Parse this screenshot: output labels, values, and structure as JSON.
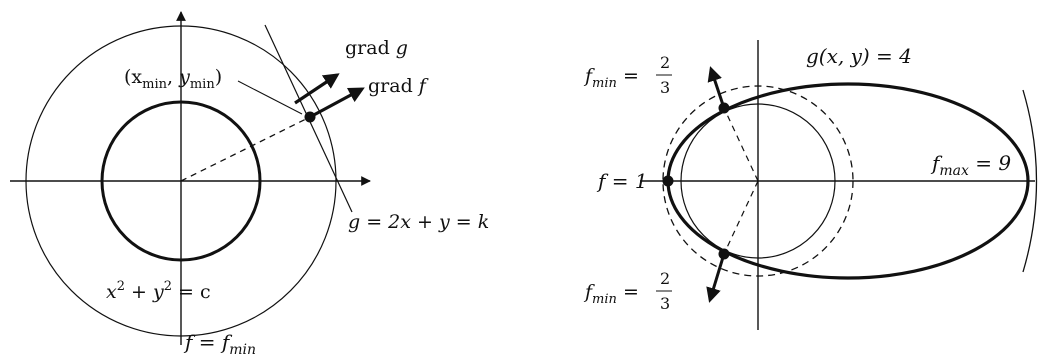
{
  "left_panel": {
    "point_label": "(x min, y min)",
    "point_label_parts": [
      "(x",
      "min",
      ", ",
      "y",
      "min",
      ")"
    ],
    "grad_g_label": [
      "grad ",
      "g"
    ],
    "grad_f_label": [
      "grad ",
      "f"
    ],
    "line_label": "g = 2x + y = k",
    "circle_label": [
      "x",
      "2",
      " + ",
      "y",
      "2",
      " = c"
    ],
    "bottom_label": [
      "f = f",
      "min"
    ]
  },
  "right_panel": {
    "constraint_label": "g(x, y) = 4",
    "fmin_top": {
      "prefix": "f",
      "sub": "min",
      "eq": " = ",
      "num": "2",
      "den": "3"
    },
    "fmin_bottom": {
      "prefix": "f",
      "sub": "min",
      "eq": " = ",
      "num": "2",
      "den": "3"
    },
    "f1_label": "f = 1",
    "fmax_label": {
      "prefix": "f",
      "sub": "max",
      "rest": " = 9"
    }
  },
  "colors": {
    "ink": "#111111",
    "background": "#ffffff"
  }
}
